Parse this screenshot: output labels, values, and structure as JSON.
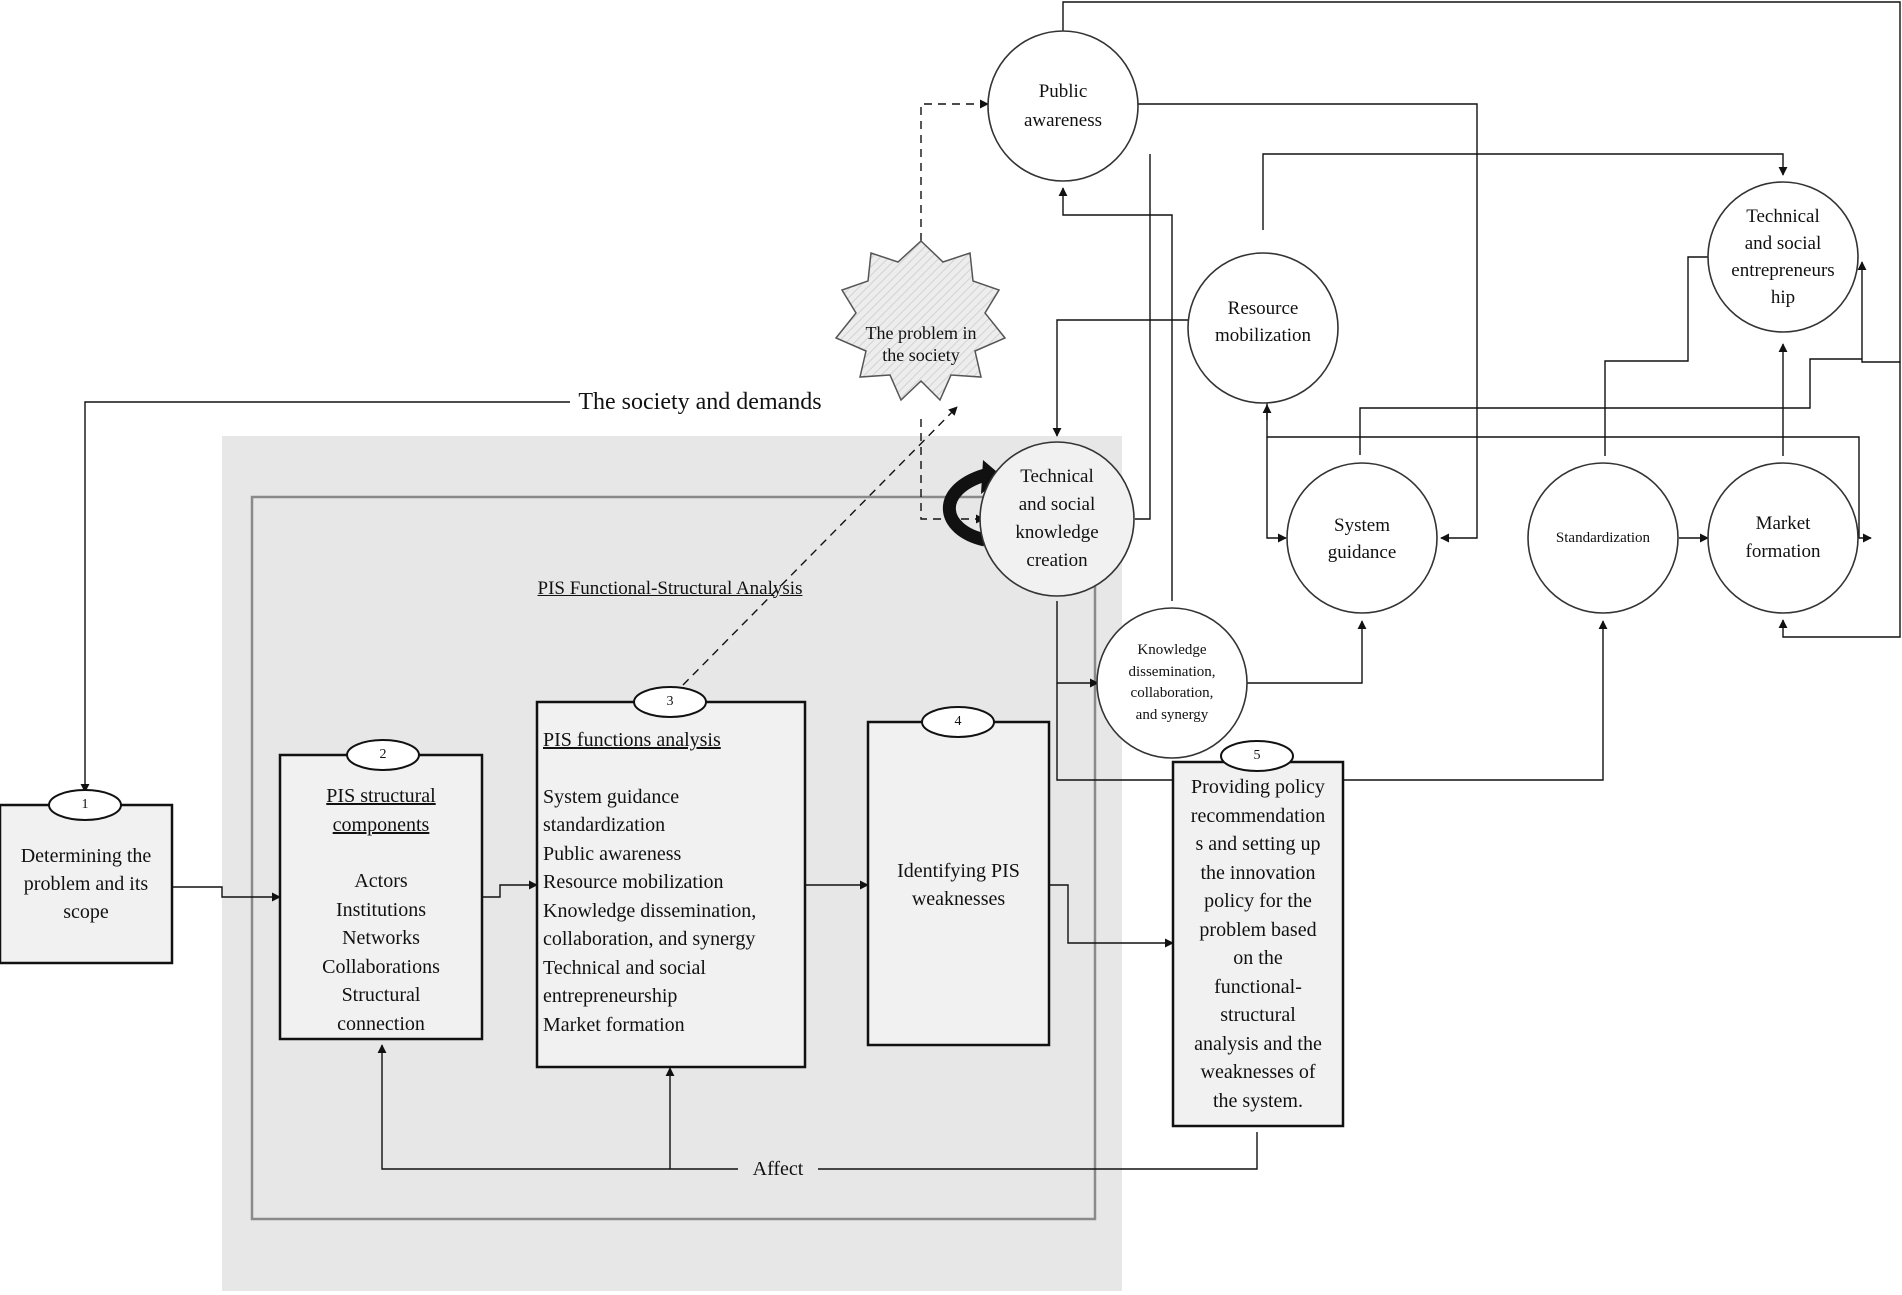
{
  "labels": {
    "society_demands": "The society and demands",
    "problem_in_society": "The problem in\nthe society",
    "pis_analysis": "PIS Functional-Structural Analysis",
    "affect": "Affect"
  },
  "steps": [
    {
      "number": "1",
      "title": "",
      "body": "Determining the\nproblem and its\nscope"
    },
    {
      "number": "2",
      "title": "PIS structural\ncomponents",
      "body": "Actors\nInstitutions\nNetworks\nCollaborations\nStructural\nconnection"
    },
    {
      "number": "3",
      "title": "PIS functions analysis",
      "body": "System guidance\nstandardization\nPublic awareness\nResource mobilization\nKnowledge dissemination,\ncollaboration, and synergy\nTechnical and social\nentrepreneurship\nMarket formation"
    },
    {
      "number": "4",
      "title": "",
      "body": "Identifying PIS\nweaknesses"
    },
    {
      "number": "5",
      "title": "",
      "body": "Providing policy\nrecommendation\ns and setting up\nthe innovation\npolicy for the\nproblem based\non the\nfunctional-\nstructural\nanalysis and the\nweaknesses of\nthe system."
    }
  ],
  "functions": {
    "public_awareness": "Public\nawareness",
    "resource_mobilization": "Resource\nmobilization",
    "tech_entrepreneurship": "Technical\nand social\nentrepreneurs\nhip",
    "tech_knowledge": "Technical\nand social\nknowledge\ncreation",
    "system_guidance": "System\nguidance",
    "standardization": "Standardization",
    "market_formation": "Market\nformation",
    "knowledge_dissemination": "Knowledge\ndissemination,\ncollaboration,\nand synergy"
  },
  "colors": {
    "panel": "#e7e7e7",
    "box_fill": "#f1f1f1",
    "circle_fill": "#ffffff",
    "starburst": "#ececec",
    "stroke": "#111111"
  }
}
